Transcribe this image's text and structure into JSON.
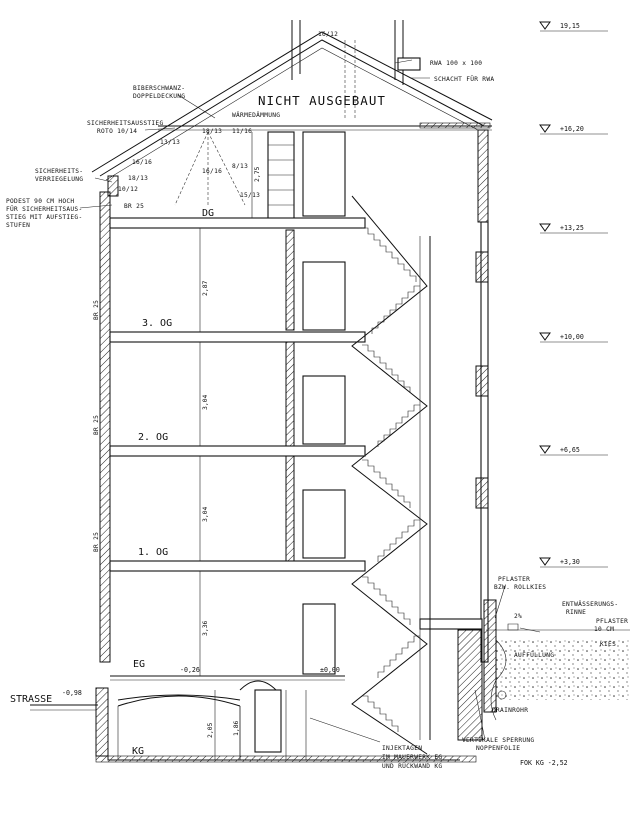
{
  "title": "NICHT AUSGEBAUT",
  "levels": [
    {
      "value": "19,15"
    },
    {
      "value": "+16,20"
    },
    {
      "value": "+13,25"
    },
    {
      "value": "+10,00"
    },
    {
      "value": "+6,65"
    },
    {
      "value": "+3,30"
    },
    {
      "value": "±0,00"
    },
    {
      "value": "-0,98"
    },
    {
      "value": "-0,26"
    },
    {
      "value": "FOK KG -2,52"
    }
  ],
  "floors": [
    "DG",
    "3. OG",
    "2. OG",
    "1. OG",
    "EG",
    "KG"
  ],
  "dimensions": [
    "2,87",
    "3,04",
    "3,04",
    "3,36",
    "2,05",
    "1,86",
    "2,75"
  ],
  "annotations": {
    "biberschwanz": [
      "BIBERSCHWANZ-",
      "DOPPELDECKUNG"
    ],
    "waermedaemmung": "WÄRMEDÄMMUNG",
    "sicherheitsausstieg": [
      "SICHERHEITSAUSSTIEG",
      "ROTO 10/14"
    ],
    "sicherheitsverriegelung": [
      "SICHERHEITS-",
      "VERRIEGELUNG"
    ],
    "podest": [
      "PODEST 90 CM HOCH",
      "FÜR SICHERHEITSAUS-",
      "STIEG MIT AUFSTIEG-",
      "STUFEN"
    ],
    "rwa": "RWA 100 x 100",
    "schacht": "SCHACHT FÜR RWA",
    "pflaster_rollkies": [
      "PFLASTER",
      "BZW. ROLLKIES"
    ],
    "entwaesserung": [
      "ENTWÄSSERUNGS-",
      "RINNE"
    ],
    "pflaster_cm": [
      "PFLASTER",
      "10 CM"
    ],
    "kies": "KIES",
    "auffuellung": "AUFFÜLLUNG",
    "drainrohr": "DRAINROHR",
    "sperrung": [
      "VERTIKALE SPERRUNG",
      "NOPPENFOLIE"
    ],
    "injektagen": [
      "INJEKTAGEN",
      "IM MAUERWERK EG",
      "UND RÜCKWAND KG"
    ],
    "strasse": "STRASSE",
    "gefaelle": "2%",
    "wall_tags": [
      "BR 25",
      "BR 25",
      "BR 25",
      "BR 25"
    ],
    "roof_tags": [
      "16/12",
      "18/13",
      "13/13",
      "16/16",
      "16/16",
      "18/13",
      "15/13",
      "11/16",
      "8/13",
      "10/12"
    ]
  }
}
